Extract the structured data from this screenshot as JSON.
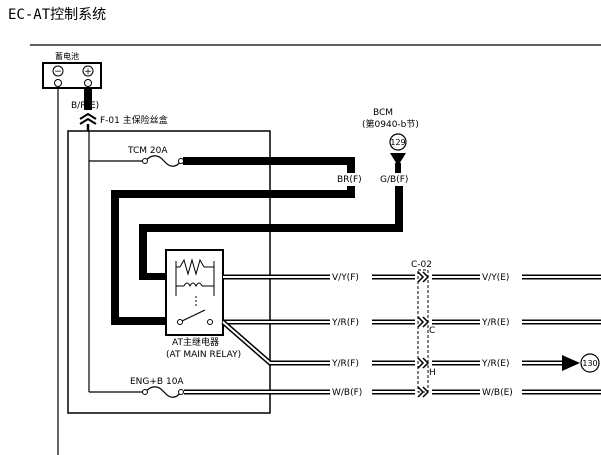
{
  "title": "EC-AT控制系统",
  "battery": {
    "label": "蓄电池",
    "neg": "−",
    "pos": "+",
    "wire": "B/R(E)"
  },
  "fuse_box": {
    "label": "F-01 主保险丝盒"
  },
  "fuses": {
    "tcm": "TCM 20A",
    "eng": "ENG+B 10A"
  },
  "bcm": {
    "label": "BCM",
    "ref": "(第0940-b节)",
    "pin": "129"
  },
  "wires": {
    "br": "BR(F)",
    "gb": "G/B(F)",
    "vy_f": "V/Y(F)",
    "vy_e": "V/Y(E)",
    "yr_f1": "Y/R(F)",
    "yr_e1": "Y/R(E)",
    "yr_f2": "Y/R(F)",
    "yr_e2": "Y/R(E)",
    "wb_f": "W/B(F)",
    "wb_e": "W/B(E)"
  },
  "connector": {
    "label": "C-02",
    "pin_c": "C",
    "pin_h": "H"
  },
  "relay": {
    "label_cn": "AT主继电器",
    "label_en": "(AT MAIN RELAY)"
  },
  "arrow_ref": "130"
}
